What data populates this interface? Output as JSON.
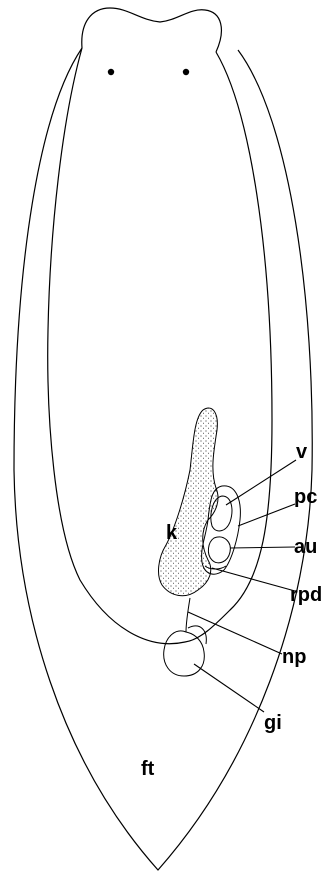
{
  "figure": {
    "labels": {
      "k": "k",
      "v": "v",
      "pc": "pc",
      "au": "au",
      "rpd": "rpd",
      "np": "np",
      "gi": "gi",
      "ft": "ft"
    },
    "stipple_color": "#000000",
    "line_color": "#000000",
    "background": "#ffffff"
  }
}
